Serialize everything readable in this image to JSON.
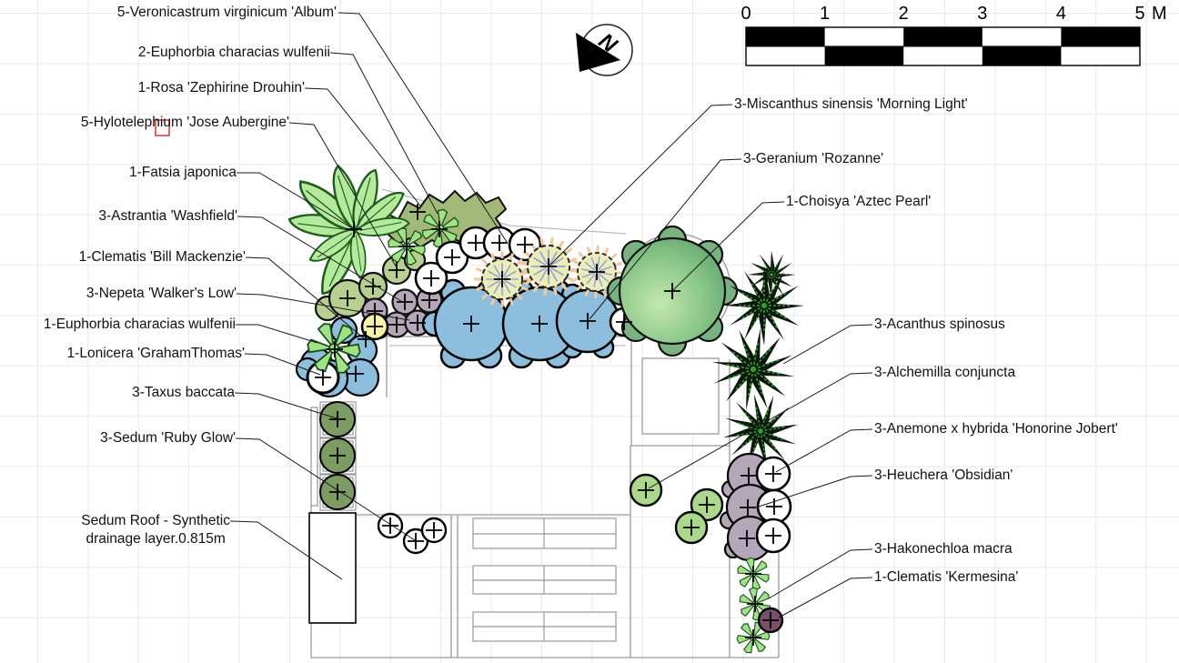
{
  "north_arrow": {
    "label": "N"
  },
  "scale_bar": {
    "tick_labels": [
      "0",
      "1",
      "2",
      "3",
      "4",
      "5"
    ],
    "unit_label": "M"
  },
  "plant_labels_left": [
    {
      "text": "5-Veronicastrum virginicum 'Album'"
    },
    {
      "text": "2-Euphorbia characias wulfenii"
    },
    {
      "text": "1-Rosa 'Zephirine Drouhin'"
    },
    {
      "text": "5-Hylotelephium 'Jose Aubergine'"
    },
    {
      "text": "1-Fatsia japonica"
    },
    {
      "text": "3-Astrantia 'Washfield'"
    },
    {
      "text": "1-Clematis 'Bill Mackenzie'"
    },
    {
      "text": "3-Nepeta 'Walker's Low'"
    },
    {
      "text": "1-Euphorbia characias wulfenii"
    },
    {
      "text": "1-Lonicera 'GrahamThomas'"
    },
    {
      "text": "3-Taxus baccata"
    },
    {
      "text": "3-Sedum 'Ruby Glow'"
    }
  ],
  "sedum_roof_note": {
    "line1": "Sedum Roof - Synthetic",
    "line2": "drainage layer.0.815m"
  },
  "plant_labels_right": [
    {
      "text": "3-Miscanthus sinensis 'Morning Light'"
    },
    {
      "text": "3-Geranium 'Rozanne'"
    },
    {
      "text": "1-Choisya 'Aztec Pearl'"
    },
    {
      "text": "3-Acanthus spinosus"
    },
    {
      "text": "3-Alchemilla conjuncta"
    },
    {
      "text": "3-Anemone x hybrida 'Honorine Jobert'"
    },
    {
      "text": "3-Heuchera 'Obsidian'"
    },
    {
      "text": "3-Hakonechloa macra"
    },
    {
      "text": "1-Clematis 'Kermesina'"
    }
  ],
  "plants": [
    {
      "name": "Veronicastrum virginicum 'Album'",
      "qty": 5,
      "symbol": "white-circle",
      "fill": "#ffffff"
    },
    {
      "name": "Euphorbia characias wulfenii (group)",
      "qty": 2,
      "symbol": "green-star",
      "fill": "#9fe288"
    },
    {
      "name": "Rosa 'Zephirine Drouhin'",
      "qty": 1,
      "symbol": "jagged-foliage-band",
      "fill": "#a3b97a"
    },
    {
      "name": "Hylotelephium 'Jose Aubergine'",
      "qty": 5,
      "symbol": "sage-circle",
      "fill": "#b9cf92"
    },
    {
      "name": "Fatsia japonica",
      "qty": 1,
      "symbol": "palmate-leaves",
      "fill": "#b4ea9c"
    },
    {
      "name": "Astrantia 'Washfield'",
      "qty": 3,
      "symbol": "mauve-circle",
      "fill": "#b6a6ba"
    },
    {
      "name": "Clematis 'Bill Mackenzie'",
      "qty": 1,
      "symbol": "blue-scallop",
      "fill": "#8ebedd"
    },
    {
      "name": "Nepeta 'Walker's Low'",
      "qty": 3,
      "symbol": "mauve-circle",
      "fill": "#b6a6ba"
    },
    {
      "name": "Euphorbia characias wulfenii (single)",
      "qty": 1,
      "symbol": "green-star",
      "fill": "#9fe288"
    },
    {
      "name": "Lonicera 'GrahamThomas'",
      "qty": 1,
      "symbol": "white-circle",
      "fill": "#ffffff"
    },
    {
      "name": "Taxus baccata",
      "qty": 3,
      "symbol": "green-circle-in-square",
      "fill": "#7d9c63"
    },
    {
      "name": "Sedum 'Ruby Glow'",
      "qty": 3,
      "symbol": "white-circle",
      "fill": "#ffffff"
    },
    {
      "name": "Geranium 'Rozanne'",
      "qty": 3,
      "symbol": "blue-scallop",
      "fill": "#8ebedd"
    },
    {
      "name": "Miscanthus sinensis 'Morning Light'",
      "qty": 3,
      "symbol": "fringed-grass-circle",
      "fill": "#eaedb7"
    },
    {
      "name": "Choisya 'Aztec Pearl'",
      "qty": 1,
      "symbol": "tree-canopy",
      "fill": "#8cc78b"
    },
    {
      "name": "Acanthus spinosus",
      "qty": 3,
      "symbol": "dark-spiky-rosette",
      "fill": "#0d160d"
    },
    {
      "name": "Alchemilla conjuncta",
      "qty": 3,
      "symbol": "green-circle",
      "fill": "#abd88d"
    },
    {
      "name": "Anemone x hybrida 'Honorine Jobert'",
      "qty": 3,
      "symbol": "white-circle",
      "fill": "#ffffff"
    },
    {
      "name": "Heuchera 'Obsidian'",
      "qty": 3,
      "symbol": "mauve-scallop",
      "fill": "#b4a7b7"
    },
    {
      "name": "Hakonechloa macra",
      "qty": 3,
      "symbol": "green-star",
      "fill": "#a8e393"
    },
    {
      "name": "Clematis 'Kermesina'",
      "qty": 1,
      "symbol": "plum-circle",
      "fill": "#7b4e6a"
    }
  ],
  "colors": {
    "leader_line": "#1a1a1a",
    "hardscape_line": "#9a9a9a",
    "grid_line": "#e9e9e9",
    "selection_marker": "#cc3b2a",
    "geranium_blue": "#8ebedd",
    "scale_bar_black": "#000000"
  }
}
